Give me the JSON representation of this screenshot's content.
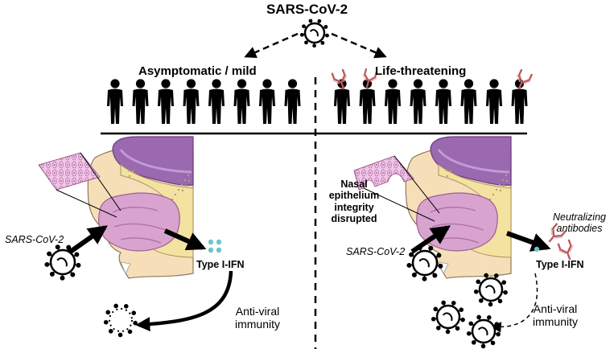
{
  "title": "SARS-CoV-2",
  "left": {
    "header": "Asymptomatic / mild",
    "virus_label": "SARS-CoV-2",
    "ifn_label": "Type I-IFN",
    "immunity_line1": "Anti-viral",
    "immunity_line2": "immunity"
  },
  "right": {
    "header": "Life-threatening",
    "epithelium_line1": "Nasal",
    "epithelium_line2": "epithelium",
    "epithelium_line3": "integrity",
    "epithelium_line4": "disrupted",
    "virus_label": "SARS-CoV-2",
    "antibodies_line1": "Neutralizing",
    "antibodies_line2": "antibodies",
    "ifn_label": "Type I-IFN",
    "immunity_line1": "Anti-viral",
    "immunity_line2": "immunity"
  },
  "people_per_group": 8,
  "antibody_icons_on_people": 3,
  "colors": {
    "tissue_pink": "#d9a3cf",
    "epithelium_pink": "#f0c6e6",
    "brain_purple": "#9a69b0",
    "bone_yellow": "#f3e2a0",
    "skin": "#f6dfb8",
    "ifn_dots": "#6cc6cc",
    "antibody_red": "#c0585c",
    "ink": "#000000"
  },
  "icons": [
    "person-icon",
    "virus-icon",
    "antibody-icon",
    "ifn-dots-icon",
    "dashed-arrow",
    "solid-arrow"
  ]
}
